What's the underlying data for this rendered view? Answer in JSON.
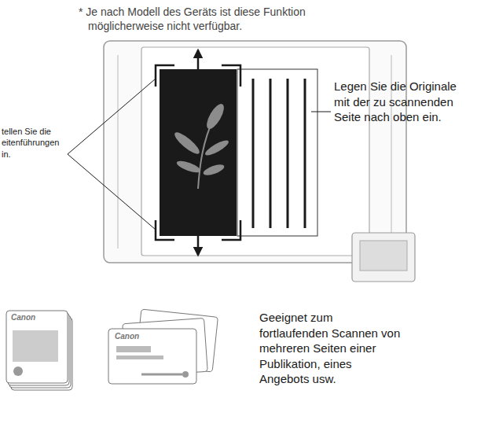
{
  "diagram": {
    "labels": [
      "* Je nach Modell des Geräts ist diese Funktion möglicherweise nicht verfügbar.",
      "tellen Sie die eitenführungen in.",
      "Legen Sie die Originale mit der zu scannenden Seite nach oben ein.",
      "Canon",
      "Canon",
      "Geeignet zum fortlaufenden Scannen von mehreren Seiten einer Publikation, eines Angebots usw."
    ]
  }
}
